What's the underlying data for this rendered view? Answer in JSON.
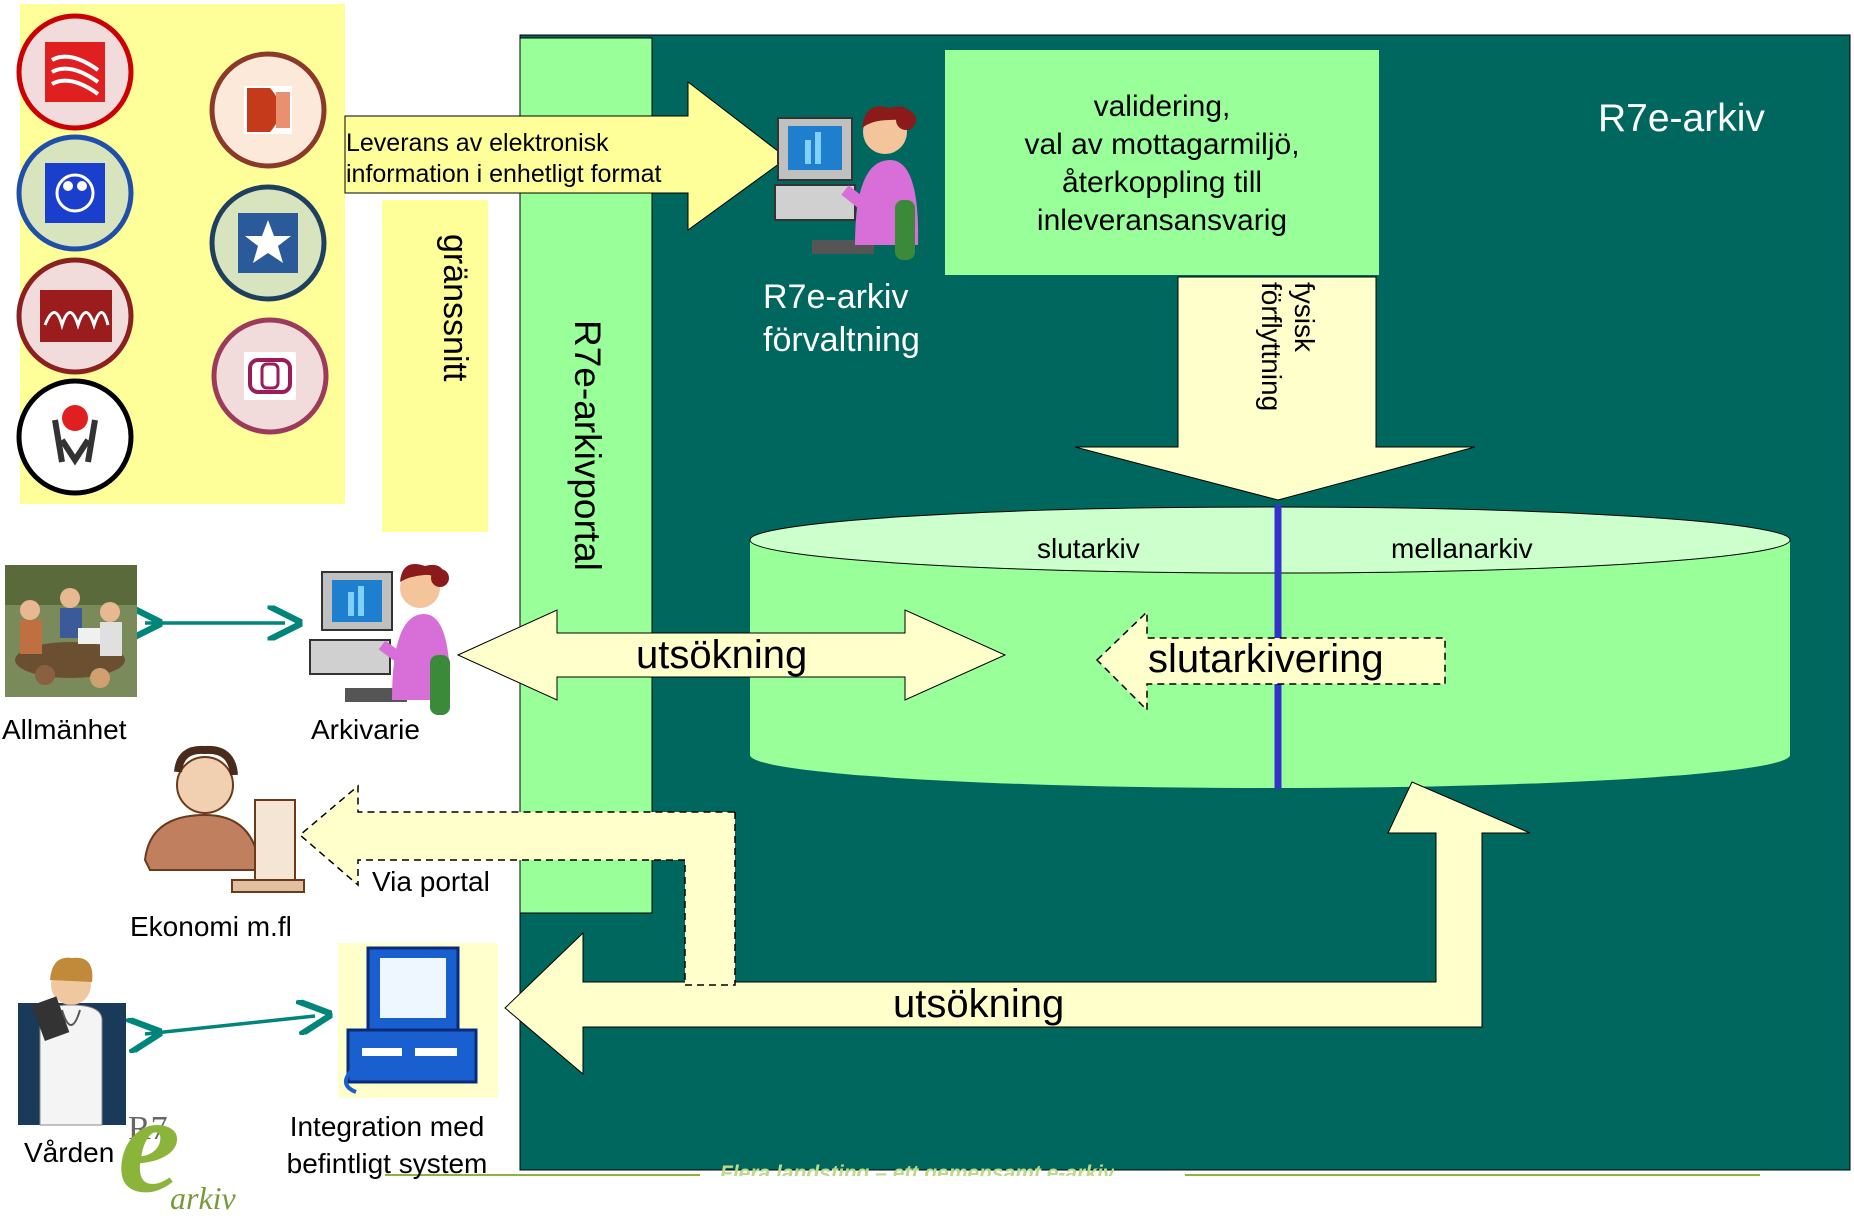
{
  "title": "R7e-arkiv",
  "delivery": "Leverans av elektronisk\ninformation i enhetligt format",
  "interface_label": "gränssnitt",
  "portal_label": "R7e-arkivportal",
  "admin_caption": "R7e-arkiv\nförvaltning",
  "validation": "validering,\nval av mottagarmiljö,\nåterkoppling till\ninleveransansvarig",
  "physical_move": "fysisk\nförflyttning",
  "final_archive": "slutarkiv",
  "intermediate_archive": "mellanarkiv",
  "search_left": "utsökning",
  "final_archiving": "slutarkivering",
  "search_bottom": "utsökning",
  "public": "Allmänhet",
  "archivist": "Arkivarie",
  "via_portal": "Via portal",
  "economy": "Ekonomi m.fl",
  "care": "Vården",
  "integration": "Integration med\nbefintligt system",
  "footer": "Flera landsting – ett gemensamt e-arkiv",
  "logo": {
    "top": "R7",
    "middle": "e",
    "bottom": "arkiv"
  },
  "colors": {
    "archive_bg": "#00675f",
    "light_green": "#99ff99",
    "pale_yellow": "#ffffcc",
    "yellow": "#ffff99",
    "teal_arrow": "#00857a",
    "divider": "#3333cc",
    "logo_green": "#8bb43b"
  }
}
